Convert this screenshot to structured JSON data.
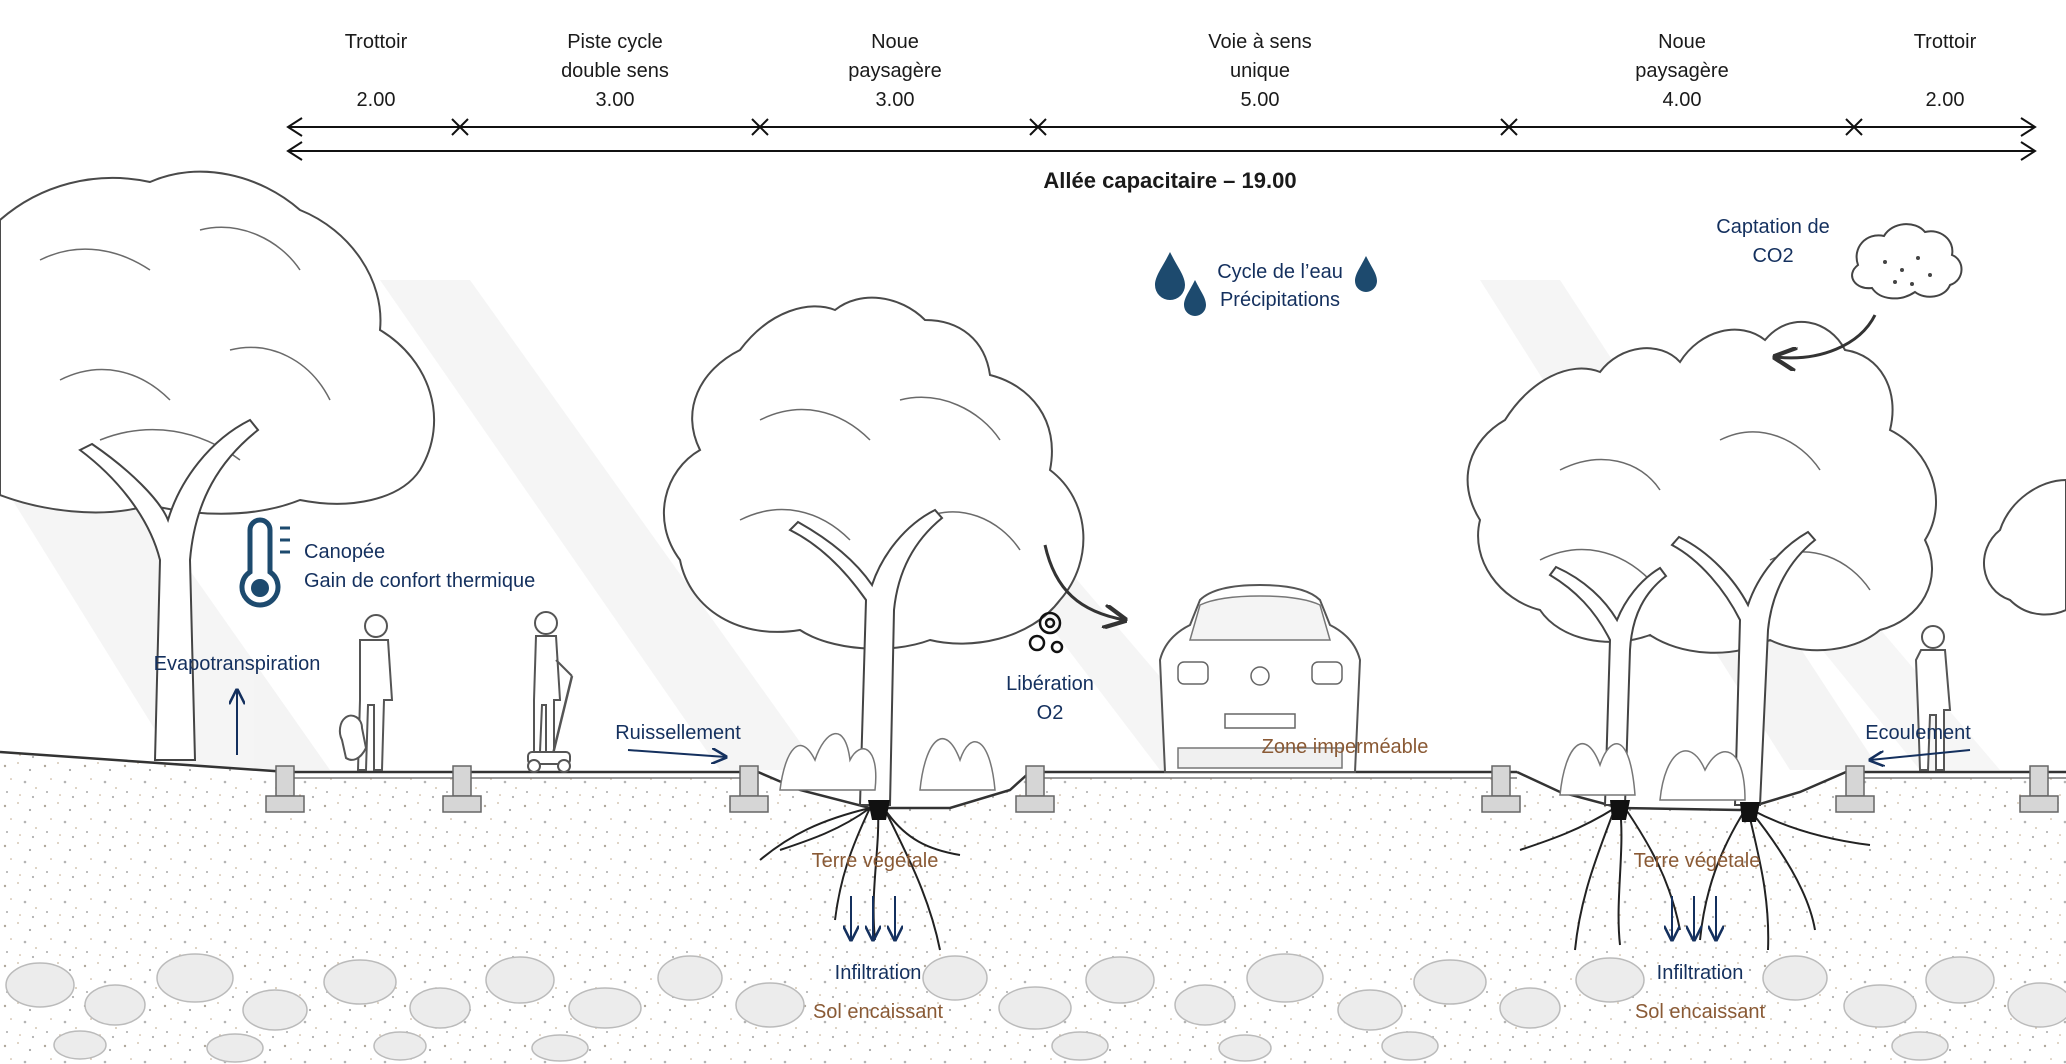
{
  "dimensions": {
    "segments": [
      {
        "name_lines": [
          "Trottoir"
        ],
        "width": "2.00"
      },
      {
        "name_lines": [
          "Piste cycle",
          "double sens"
        ],
        "width": "3.00"
      },
      {
        "name_lines": [
          "Noue",
          "paysagère"
        ],
        "width": "3.00"
      },
      {
        "name_lines": [
          "Voie à sens",
          "unique"
        ],
        "width": "5.00"
      },
      {
        "name_lines": [
          "Noue",
          "paysagère"
        ],
        "width": "4.00"
      },
      {
        "name_lines": [
          "Trottoir"
        ],
        "width": "2.00"
      }
    ],
    "total_label": "Allée capacitaire – 19.00"
  },
  "annotations": {
    "canopee_line1": "Canopée",
    "canopee_line2": "Gain de confort thermique",
    "evapotranspiration": "Evapotranspiration",
    "ruissellement": "Ruissellement",
    "liberation_line1": "Libération",
    "liberation_line2": "O2",
    "cycle_line1": "Cycle de l’eau",
    "cycle_line2": "Précipitations",
    "captation_line1": "Captation de",
    "captation_line2": "CO2",
    "zone_impermeable": "Zone imperméable",
    "ecoulement": "Ecoulement",
    "terre_vegetale_left": "Terre végétale",
    "terre_vegetale_right": "Terre végétale",
    "infiltration_left": "Infiltration",
    "infiltration_right": "Infiltration",
    "sol_encaissant_left": "Sol encaissant",
    "sol_encaissant_right": "Sol encaissant"
  },
  "colors": {
    "annotation_blue": "#14305e",
    "soil_brown": "#8a5a35",
    "icon_blue": "#1d4a6e",
    "line": "#111111"
  },
  "icons": [
    "thermometer-icon",
    "water-drop-icon",
    "cloud-co2-icon",
    "o2-bubbles-icon"
  ]
}
